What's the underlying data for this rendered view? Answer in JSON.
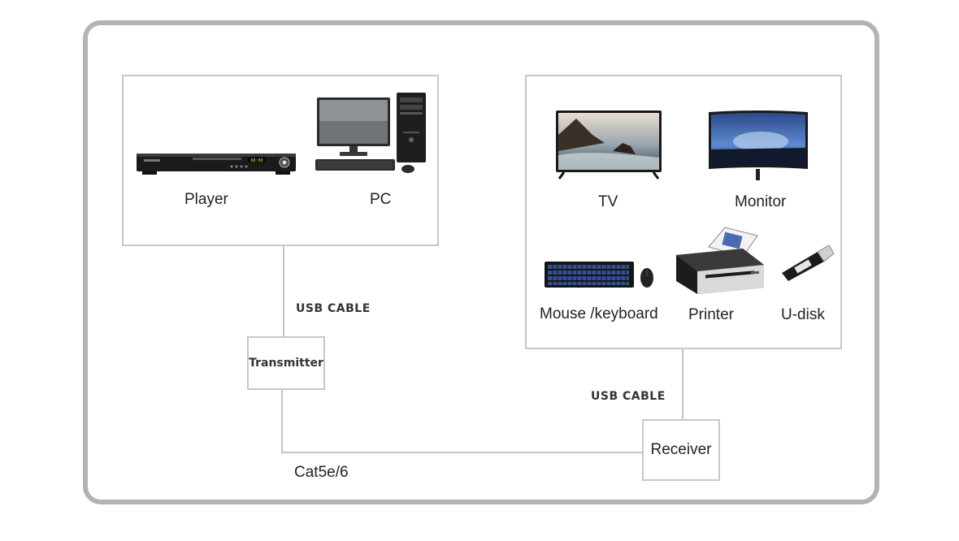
{
  "sources": {
    "player_label": "Player",
    "pc_label": "PC"
  },
  "destinations": {
    "tv_label": "TV",
    "monitor_label": "Monitor",
    "keyboard_label": "Mouse /keyboard",
    "printer_label": "Printer",
    "udisk_label": "U-disk"
  },
  "links": {
    "usb_cable_left": "USB CABLE",
    "usb_cable_right": "USB CABLE",
    "cat_label": "Cat5e/6"
  },
  "nodes": {
    "transmitter_label": "Transmitter",
    "receiver_label": "Receiver"
  },
  "colors": {
    "frame": "#b3b3b3",
    "box_border": "#c8c8c8",
    "connector": "#c4c4c4"
  },
  "icons": [
    "dvd-player-icon",
    "desktop-pc-icon",
    "tv-icon",
    "monitor-icon",
    "keyboard-mouse-icon",
    "printer-icon",
    "usb-drive-icon"
  ]
}
